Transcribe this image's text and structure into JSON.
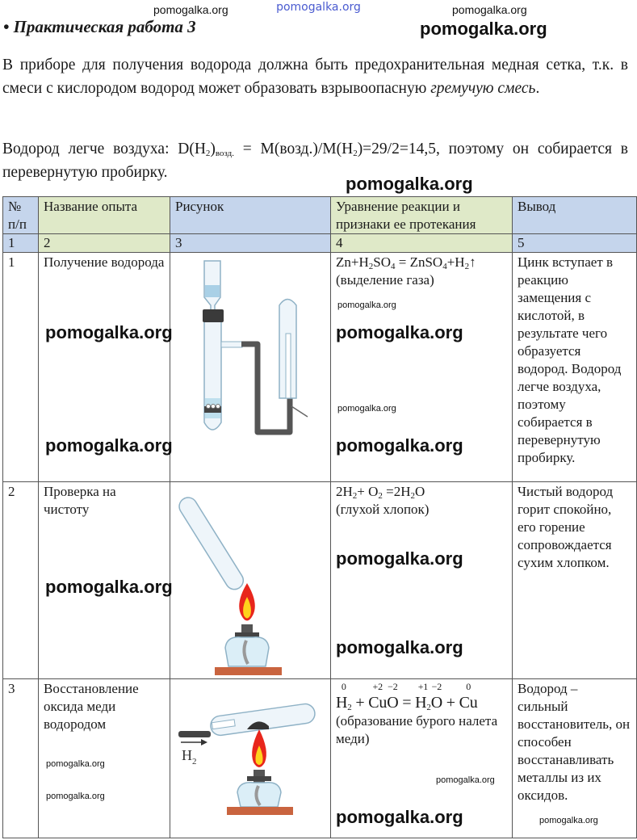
{
  "watermark": "pomogalka.org",
  "title": "• Практическая работа 3",
  "paragraph1": {
    "text": "В приборе для получения водорода должна быть предохранительная медная сетка, т.к. в смеси с кислородом водород может образовать взрывоопасную ",
    "italic": "гремучую смесь",
    "end": "."
  },
  "paragraph2": {
    "part1": "Водород легче воздуха: D(H",
    "sub1": "2",
    "part2": ")",
    "sub2": "возд.",
    "part3": " = M(возд.)/M(H",
    "sub3": "2",
    "part4": ")=29/2=14,5, поэтому он собирается в перевернутую пробирку."
  },
  "table": {
    "headers": [
      "№ п/п",
      "Название опыта",
      "Рисунок",
      "Уравнение реакции и признаки ее протекания",
      "Вывод"
    ],
    "column_numbers": [
      "1",
      "2",
      "3",
      "4",
      "5"
    ],
    "rows": [
      {
        "num": "1",
        "name": "Получение водорода",
        "figure": "apparatus-hydrogen-generation",
        "equation": {
          "a": "Zn+H",
          "s1": "2",
          "b": "SO",
          "s2": "4",
          "c": " = ZnSO",
          "s3": "4",
          "d": "+H",
          "s4": "2",
          "e": "↑"
        },
        "sign": "(выделение газа)",
        "conclusion": "Цинк вступает в реакцию замещения с кислотой, в результате чего образуется водород. Водород легче воздуха, поэтому собирается в перевернутую пробирку."
      },
      {
        "num": "2",
        "name": "Проверка на чистоту",
        "figure": "test-tube-over-spirit-lamp",
        "equation": {
          "a": "2H",
          "s1": "2",
          "b": "+ O",
          "s2": "2",
          "c": " =2H",
          "s3": "2",
          "d": "O"
        },
        "sign": "(глухой хлопок)",
        "conclusion": "Чистый водород горит спокойно, его горение сопровождается сухим хлопком."
      },
      {
        "num": "3",
        "name": "Восстановление оксида меди водородом",
        "figure": "copper-oxide-reduction",
        "figure_label": "H",
        "figure_label_sub": "2",
        "equation": {
          "h2_ox": "0",
          "h2": "H",
          "h2_sub": "2",
          "plus1": " + ",
          "cu_ox": "+2",
          "o_ox": "−2",
          "cuo_cu": "Cu",
          "cuo_o": "O",
          "eq": " = ",
          "h_ox": "+1",
          "o2_ox": "−2",
          "h2o_h": "H",
          "h2o_sub": "2",
          "h2o_o": "O",
          "plus2": " + ",
          "cu2_ox": "0",
          "cu2": "Cu"
        },
        "sign": "(образование бурого налета меди)",
        "conclusion": "Водород – сильный восстановитель, он способен восстанавливать металлы из их оксидов."
      }
    ]
  },
  "colors": {
    "header_blue": "#c5d5ec",
    "header_green": "#dfe9c8",
    "watermark_blue": "#4a5bd0"
  }
}
